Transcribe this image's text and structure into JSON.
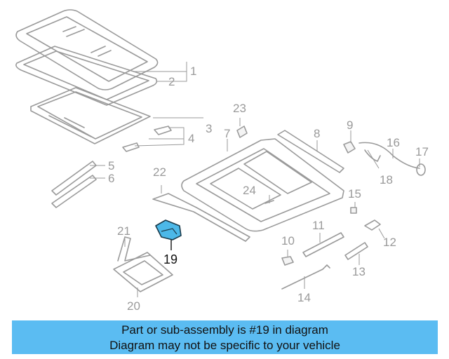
{
  "diagram": {
    "highlight_color": "#4cb8e8",
    "labels": {
      "p1": "1",
      "p2": "2",
      "p3": "3",
      "p4": "4",
      "p5": "5",
      "p6": "6",
      "p7": "7",
      "p8": "8",
      "p9": "9",
      "p10": "10",
      "p11": "11",
      "p12": "12",
      "p13": "13",
      "p14": "14",
      "p15": "15",
      "p16": "16",
      "p17": "17",
      "p18": "18",
      "p19": "19",
      "p20": "20",
      "p21": "21",
      "p22": "22",
      "p23": "23",
      "p24": "24"
    }
  },
  "banner": {
    "line1": "Part or sub-assembly is #19 in diagram",
    "line2": "Diagram may not be specific to your vehicle",
    "background": "#5bbcf2"
  }
}
